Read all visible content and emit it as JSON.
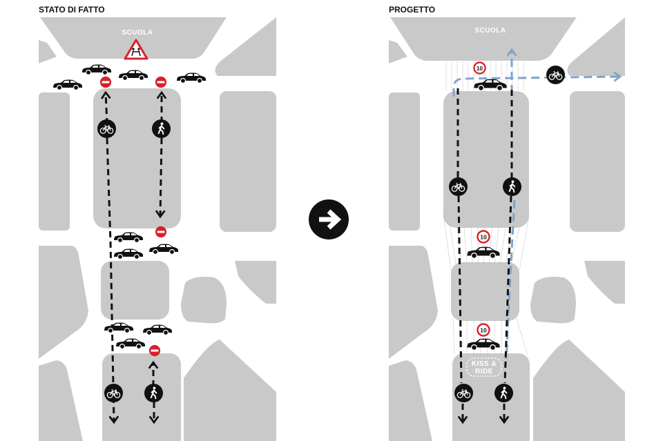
{
  "left_panel": {
    "title": "STATO DI FATTO",
    "school_label": "SCUOLA"
  },
  "right_panel": {
    "title": "PROGETTO",
    "school_label": "SCUOLA",
    "speed_limit": "10",
    "kiss_ride_line1": "KISS &",
    "kiss_ride_line2": "RIDE"
  },
  "transition_icon": "arrow-right-icon",
  "colors": {
    "block": "#c9c9c9",
    "bike_path": "#7fa3cc",
    "no_entry": "#d9202a",
    "path": "#111111"
  }
}
